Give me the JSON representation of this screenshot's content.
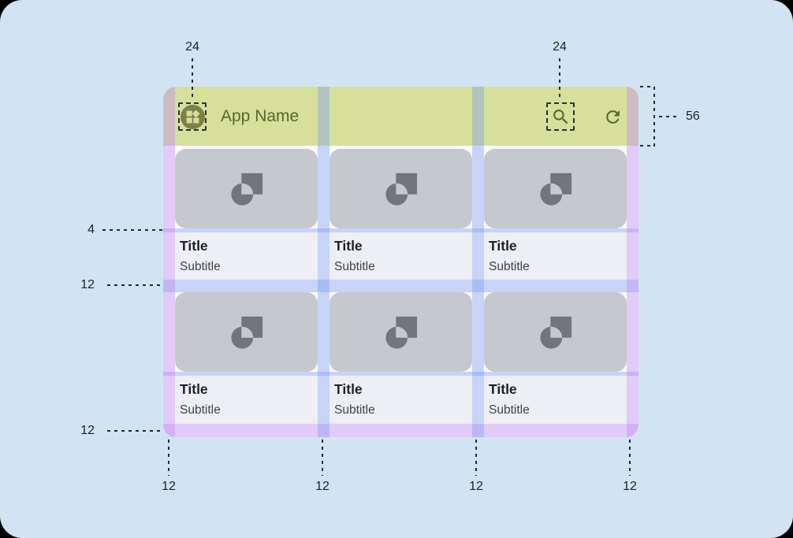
{
  "app_bar": {
    "title": "App Name",
    "icons": {
      "app": "widgets-icon",
      "search": "search-icon",
      "refresh": "refresh-icon"
    }
  },
  "cards": [
    {
      "title": "Title",
      "subtitle": "Subtitle"
    },
    {
      "title": "Title",
      "subtitle": "Subtitle"
    },
    {
      "title": "Title",
      "subtitle": "Subtitle"
    },
    {
      "title": "Title",
      "subtitle": "Subtitle"
    },
    {
      "title": "Title",
      "subtitle": "Subtitle"
    },
    {
      "title": "Title",
      "subtitle": "Subtitle"
    }
  ],
  "annotations": {
    "app_icon_size": "24",
    "search_icon_size": "24",
    "appbar_height": "56",
    "image_text_gap": "4",
    "row_gap": "12",
    "bottom_margin": "12",
    "bottom_gutters": [
      "12",
      "12",
      "12",
      "12"
    ]
  },
  "colors": {
    "page_background": "#d2e4f3",
    "app_bar": "#d6e09b",
    "app_bar_text": "#59662a",
    "margin_overlay_purple": "#c88ff5",
    "gutter_overlay_blue": "#80a0f0",
    "card_image": "#c5c9cf",
    "card_text_bg": "#edeff5",
    "annotation_ink": "#232932"
  }
}
